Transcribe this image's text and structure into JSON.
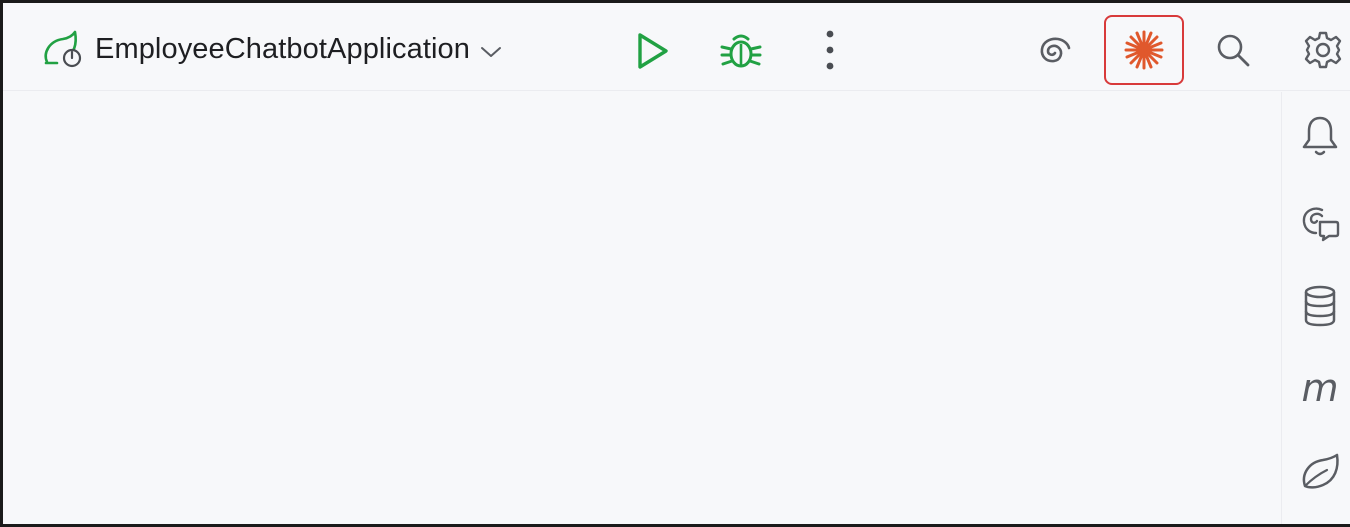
{
  "toolbar": {
    "run_config": {
      "name": "EmployeeChatbotApplication",
      "icon": "spring-boot-icon",
      "dropdown_icon": "chevron-down-icon"
    },
    "actions": [
      {
        "name": "run",
        "icon": "run-icon"
      },
      {
        "name": "debug",
        "icon": "debug-icon"
      },
      {
        "name": "more",
        "icon": "more-vertical-icon"
      },
      {
        "name": "ai-assistant",
        "icon": "spiral-icon"
      },
      {
        "name": "claude",
        "icon": "asterisk-icon",
        "highlighted": true
      },
      {
        "name": "search",
        "icon": "search-icon"
      },
      {
        "name": "settings",
        "icon": "gear-icon"
      }
    ]
  },
  "right_toolbar": [
    {
      "name": "notifications",
      "icon": "bell-icon"
    },
    {
      "name": "ai-chat",
      "icon": "chat-spiral-icon"
    },
    {
      "name": "database",
      "icon": "database-icon"
    },
    {
      "name": "mongodb",
      "icon": "m-icon",
      "glyph": "m"
    },
    {
      "name": "spring",
      "icon": "leaf-icon"
    }
  ],
  "colors": {
    "background": "#f7f8fa",
    "run_green": "#21a143",
    "highlight_border": "#d83a3a",
    "asterisk_orange": "#e0582c",
    "icon_gray": "#5a5d63"
  }
}
